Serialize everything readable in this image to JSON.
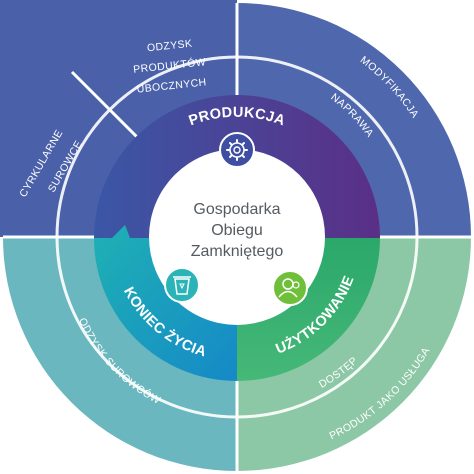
{
  "center": {
    "lines": [
      "Gospodarka",
      "Obiegu",
      "Zamkniętego"
    ]
  },
  "phases": {
    "produkcja": "PRODUKCJA",
    "uzytkowanie": "UŻYTKOWANIE",
    "koniec_zycia": "KONIEC ŻYCIA"
  },
  "outer": {
    "odzysk_produktow": [
      "ODZYSK",
      "PRODUKTÓW",
      "UBOCZNYCH"
    ],
    "cyrkularne_surowce": [
      "CYRKULARNE",
      "SUROWCE"
    ],
    "modyfikacja": "MODYFIKACJA",
    "naprawa": "NAPRAWA",
    "dostep": "DOSTĘP",
    "produkt_jako_usluga": "PRODUKT JAKO USŁUGA",
    "odzysk_surowcow": "ODZYSK SUROWCÓW"
  },
  "icons": [
    "gear-icon",
    "person-icon",
    "recycle-bin-icon"
  ],
  "colors": {
    "outer_blue": "#4a61a9",
    "outer_teal": "#6ab7bf",
    "outer_green": "#8dc8a6",
    "produkcja": "#4a3f94",
    "uzytkowanie": "#38b56d",
    "koniec_zycia": "#19a3c0"
  }
}
